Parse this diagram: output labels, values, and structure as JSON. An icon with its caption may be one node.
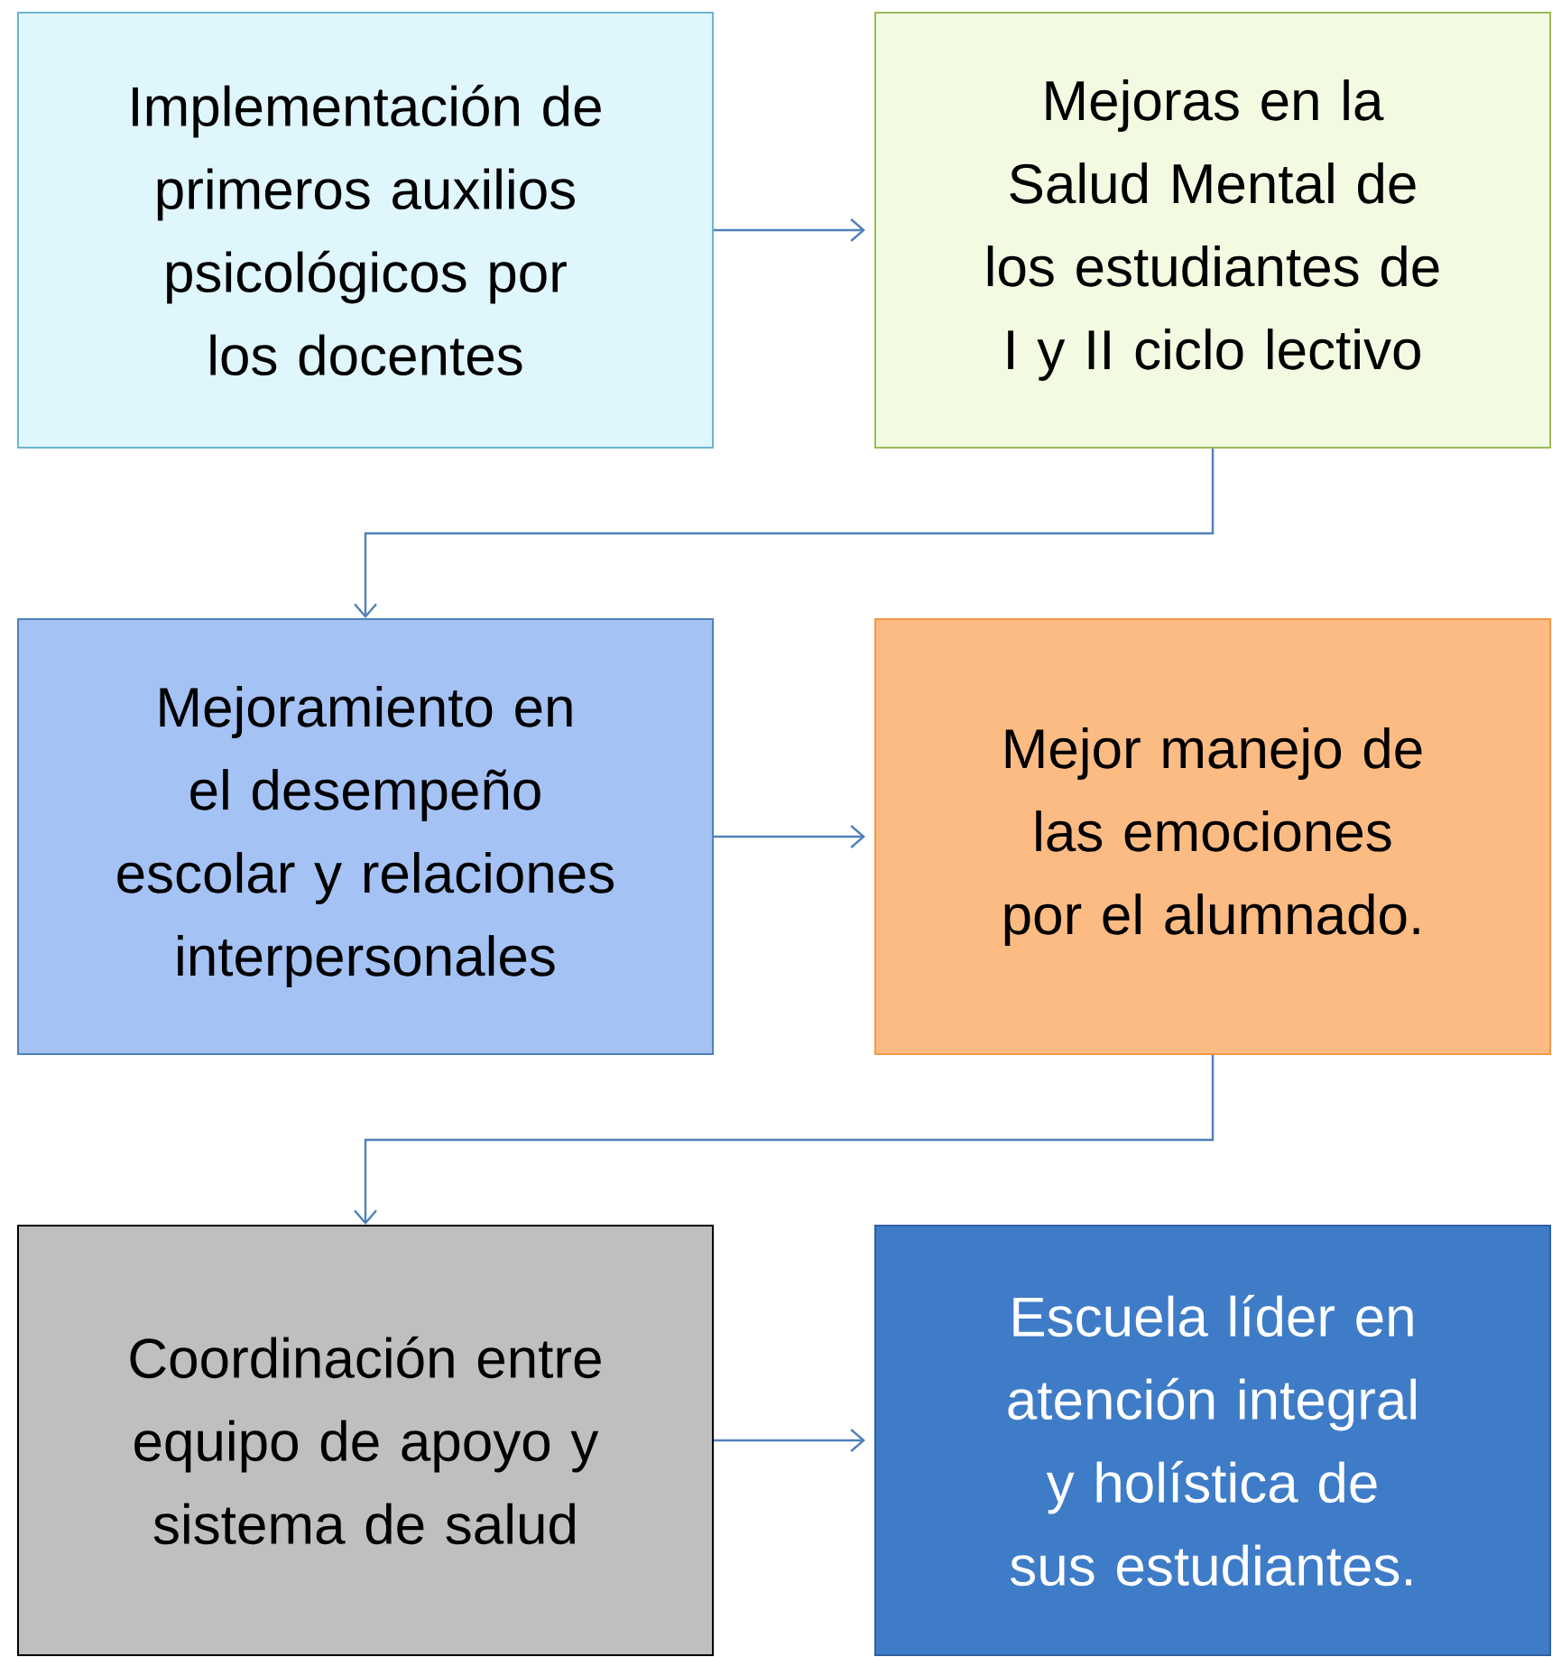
{
  "diagram": {
    "nodes": [
      {
        "text": [
          "Implementación de primeros auxilios psicológicos por los docentes"
        ]
      },
      {
        "text": [
          "Mejoras en la Salud Mental de los estudiantes de I y II ciclo lectivo"
        ]
      },
      {
        "text": [
          "Mejoramiento en el desempeño escolar y relaciones interpersonales"
        ]
      },
      {
        "text": [
          "Mejor manejo de las emociones por el alumnado."
        ]
      },
      {
        "text": [
          "Coordinación entre equipo de apoyo y sistema de salud"
        ]
      },
      {
        "text": [
          "Escuela líder en atención integral y holística de sus estudiantes."
        ]
      }
    ],
    "edges": [
      {
        "from": 0,
        "to": 1,
        "arrow": "to"
      },
      {
        "from": 1,
        "to": 2,
        "arrow": "to"
      },
      {
        "from": 2,
        "to": 3,
        "arrow": "to"
      },
      {
        "from": 3,
        "to": 4,
        "arrow": "to"
      },
      {
        "from": 4,
        "to": 5,
        "arrow": "to"
      }
    ]
  }
}
